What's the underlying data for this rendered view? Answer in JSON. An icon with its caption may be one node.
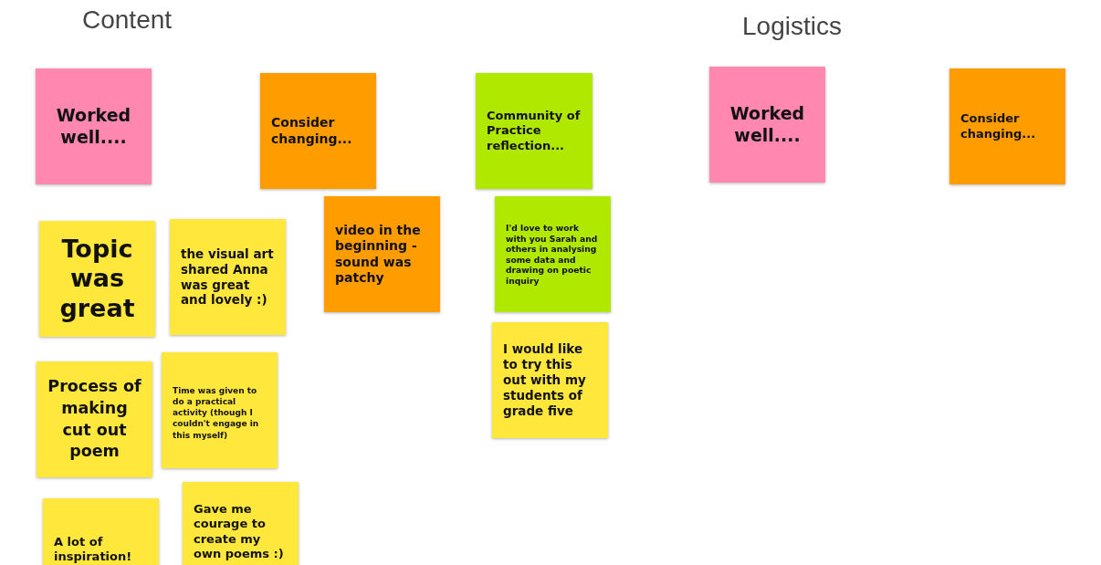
{
  "diagram": {
    "nodes": [
      {
        "text": [
          "Worked well...."
        ]
      },
      {
        "text": [
          "Consider changing..."
        ]
      },
      {
        "text": [
          "Community of Practice reflection..."
        ]
      },
      {
        "text": [
          "Worked well...."
        ]
      },
      {
        "text": [
          "Consider changing..."
        ]
      },
      {
        "text": [
          "Topic was great"
        ]
      },
      {
        "text": [
          "the visual art shared Anna was great and lovely :)"
        ]
      },
      {
        "text": [
          "video in the beginning - sound was patchy"
        ]
      },
      {
        "text": [
          "I'd love to work with you Sarah and others in analysing some data and drawing on poetic inquiry"
        ]
      },
      {
        "text": [
          "Process of making cut out poem"
        ]
      },
      {
        "text": [
          "Time was given to do a practical activity (though I couldn't engage in this myself)"
        ]
      },
      {
        "text": [
          "I would like to try this out with my students of grade five"
        ]
      },
      {
        "text": [
          "A lot of inspiration!"
        ]
      },
      {
        "text": [
          "Gave me courage to create my own poems :)"
        ]
      }
    ],
    "labels": [
      "Content",
      "Logistics"
    ]
  }
}
